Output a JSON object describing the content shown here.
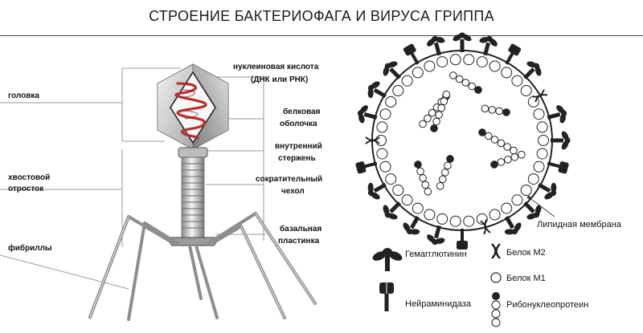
{
  "title": "СТРОЕНИЕ БАКТЕРИОФАГА И ВИРУСА ГРИППА",
  "phage": {
    "left_labels": {
      "head": "головка",
      "tail_1": "хвостовой",
      "tail_2": "отросток",
      "fibrils": "фибриллы"
    },
    "right_labels": {
      "nucleic_1": "нуклеиновая кислота",
      "nucleic_2": "(ДНК или РНК)",
      "shell_1": "белковая",
      "shell_2": "оболочка",
      "rod_1": "внутренний",
      "rod_2": "стержень",
      "sheath_1": "сократительный",
      "sheath_2": "чехол",
      "plate_1": "базальная",
      "plate_2": "пластинка"
    }
  },
  "virus": {
    "membrane_label": "Липидная мембрана",
    "legend": {
      "hemagglutinin": "Гемагглютинин",
      "neuraminidase": "Нейраминидаза",
      "m2": "Белок М2",
      "m1": "Белок М1",
      "rnp": "Рибонуклеопротеин"
    }
  },
  "colors": {
    "rna": "#b8312f",
    "phage_body": "#cfcfcf",
    "ink": "#1a1a1a"
  }
}
